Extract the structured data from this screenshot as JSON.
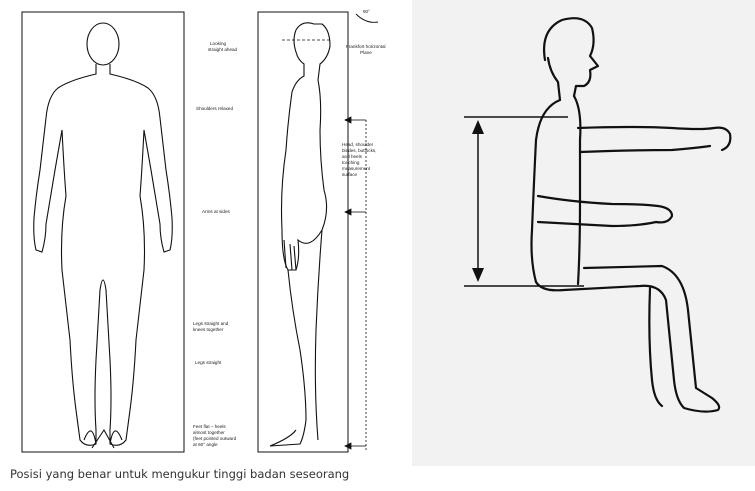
{
  "left_figure": {
    "labels": {
      "looking_straight": [
        "Looking",
        "straight ahead"
      ],
      "frankfort": [
        "Frankfort horizontal",
        "Plane"
      ],
      "angle": "90°",
      "shoulders": "Shoulders relaxed",
      "touching": [
        "Head, shoulder",
        "blades, buttocks,",
        "and heels",
        "touching",
        "measurement",
        "surface"
      ],
      "arms": "Arms at sides",
      "legs_together": [
        "Legs straight and",
        "knees together"
      ],
      "legs_straight": "Legs straight",
      "feet": [
        "Feet flat – heels",
        "almost together",
        "(feet pointed outward",
        "at 60° angle"
      ]
    }
  },
  "caption": "Posisi yang benar untuk mengukur tinggi badan seseorang",
  "colors": {
    "line": "#111111",
    "panel_right": "#f2f2f2",
    "caption": "#333333"
  }
}
